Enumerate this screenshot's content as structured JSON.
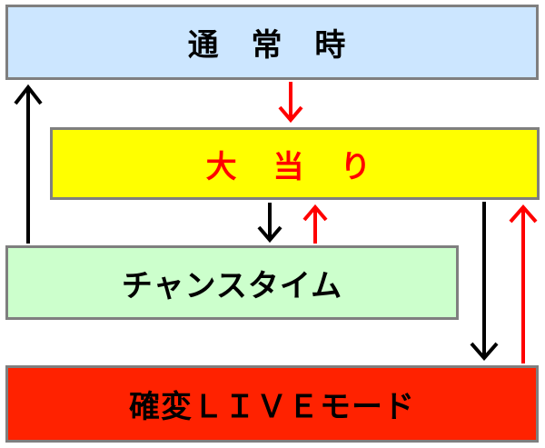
{
  "nodes": {
    "normal": {
      "label": "通 常 時",
      "fill": "#cce6ff",
      "text_color": "#000000"
    },
    "jackpot": {
      "label": "大 当 り",
      "fill": "#ffff00",
      "text_color": "#ff0000"
    },
    "chance": {
      "label": "チャンスタイム",
      "fill": "#ccffcc",
      "text_color": "#000000"
    },
    "live": {
      "label": "確変ＬＩＶＥモード",
      "fill": "#ff2200",
      "text_color": "#000000"
    }
  },
  "edges": [
    {
      "from": "normal",
      "to": "jackpot",
      "color": "#ff0000"
    },
    {
      "from": "jackpot",
      "to": "chance",
      "color": "#000000"
    },
    {
      "from": "chance",
      "to": "jackpot",
      "color": "#ff0000"
    },
    {
      "from": "chance",
      "to": "normal",
      "color": "#000000"
    },
    {
      "from": "jackpot",
      "to": "live",
      "color": "#000000"
    },
    {
      "from": "live",
      "to": "jackpot",
      "color": "#ff0000"
    }
  ],
  "colors": {
    "border": "#7f7f7f",
    "arrow_black": "#000000",
    "arrow_red": "#ff0000"
  }
}
